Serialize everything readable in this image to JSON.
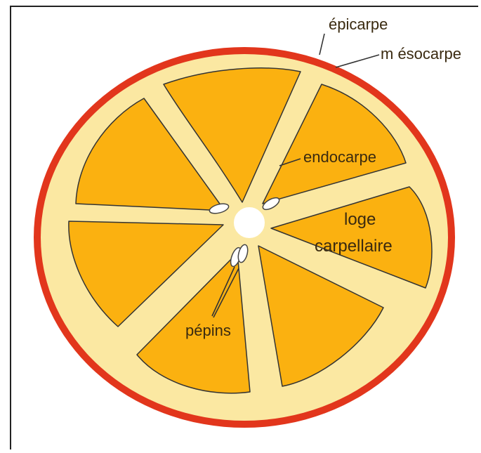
{
  "labels": {
    "epicarpe": "épicarpe",
    "mesocarpe": "m ésocarpe",
    "endocarpe": "endocarpe",
    "loge_line1": "loge",
    "loge_line2": "carpellaire",
    "pepins": "pépins"
  },
  "colors": {
    "epicarp": "#e2361c",
    "mesocarp": "#fbe8a2",
    "segment": "#fbb110",
    "outline": "#333333",
    "center": "#ffffff"
  }
}
